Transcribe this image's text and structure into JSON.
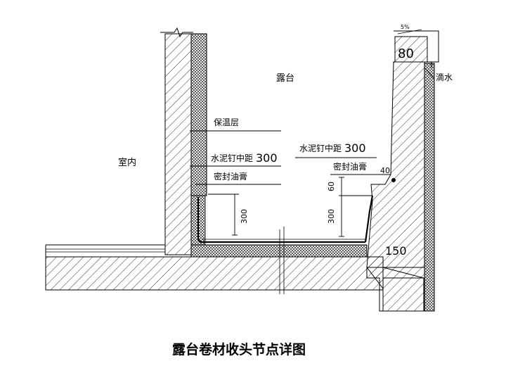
{
  "labels": {
    "balcony": "露台",
    "indoor": "室内",
    "insulation": "保温层",
    "nail_spacing_left": "水泥钉中距",
    "nail_value_left": "300",
    "sealant_left": "密封油膏",
    "nail_spacing_right": "水泥钉中距",
    "nail_value_right": "300",
    "sealant_right": "密封油膏",
    "drip": "滴水",
    "slope": "5%",
    "dim_300_left": "300",
    "dim_300_right": "300",
    "dim_60": "60",
    "dim_40": "40",
    "dim_80": "80",
    "dim_150": "150"
  },
  "caption": "露台卷材收头节点详图",
  "colors": {
    "line": "#000000",
    "background": "#ffffff"
  }
}
